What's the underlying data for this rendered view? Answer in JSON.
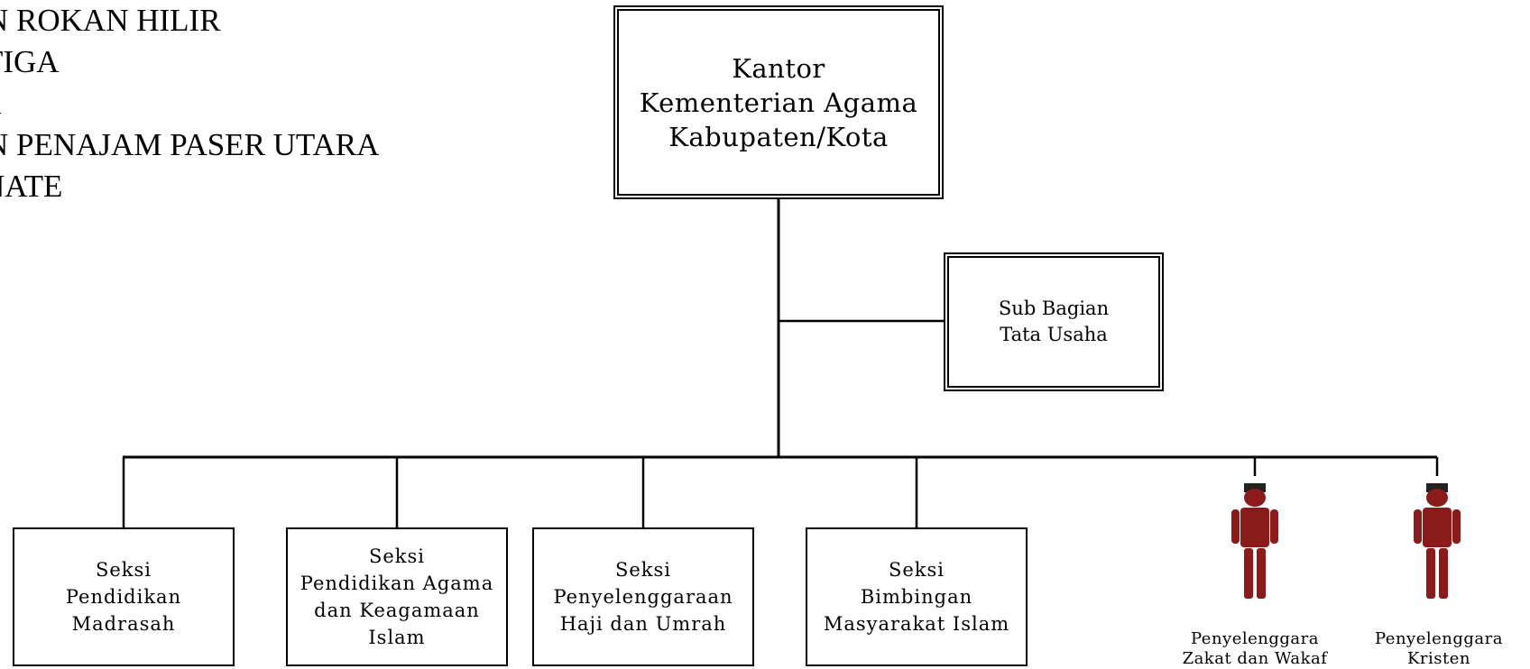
{
  "background_text": {
    "lines": [
      "N ROKAN HILIR",
      "TIGA",
      "A",
      "N PENAJAM PASER UTARA",
      "NATE"
    ]
  },
  "org_chart": {
    "head": {
      "label": "Kantor\nKementerian Agama\nKabupaten/Kota"
    },
    "staff": {
      "label": "Sub Bagian\nTata Usaha"
    },
    "sections": [
      {
        "label": "Seksi\nPendidikan\nMadrasah"
      },
      {
        "label": "Seksi\nPendidikan Agama\ndan Keagamaan\nIslam"
      },
      {
        "label": "Seksi\nPenyelenggaraan\nHaji dan Umrah"
      },
      {
        "label": "Seksi\nBimbingan\nMasyarakat Islam"
      }
    ],
    "officers": [
      {
        "label": "Penyelenggara\nZakat dan Wakaf",
        "icon": "person-icon"
      },
      {
        "label": "Penyelenggara\nKristen",
        "icon": "person-icon"
      }
    ]
  },
  "colors": {
    "line": "#000000",
    "person": "#8b1a1a",
    "person_cap": "#222222"
  }
}
